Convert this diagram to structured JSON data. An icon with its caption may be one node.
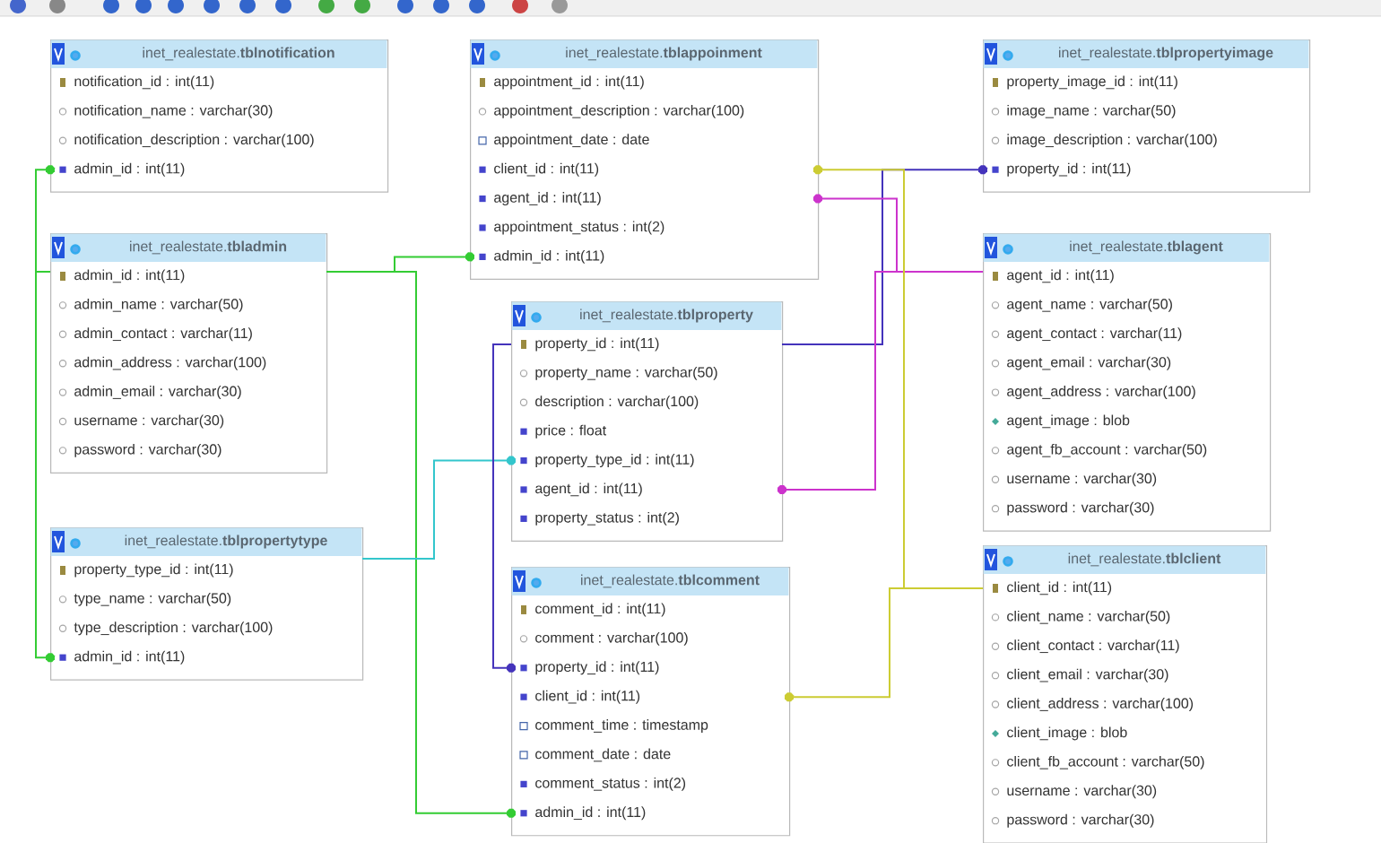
{
  "diagram": {
    "nodes": [
      {
        "text": [
          "inet_realestate.**tblnotification**",
          "notification_id : int(11)",
          "notification_name : varchar(30)",
          "notification_description : varchar(100)",
          "admin_id : int(11)"
        ]
      },
      {
        "text": [
          "inet_realestate.**tblappoinment**",
          "appointment_id : int(11)",
          "appointment_description : varchar(100)",
          "appointment_date : date",
          "client_id : int(11)",
          "agent_id : int(11)",
          "appointment_status : int(2)",
          "admin_id : int(11)"
        ]
      },
      {
        "text": [
          "inet_realestate.**tblpropertyimage**",
          "property_image_id : int(11)",
          "image_name : varchar(50)",
          "image_description : varchar(100)",
          "property_id : int(11)"
        ]
      },
      {
        "text": [
          "inet_realestate.**tbladmin**",
          "admin_id : int(11)",
          "admin_name : varchar(50)",
          "admin_contact : varchar(11)",
          "admin_address : varchar(100)",
          "admin_email : varchar(30)",
          "username : varchar(30)",
          "password : varchar(30)"
        ]
      },
      {
        "text": [
          "inet_realestate.**tblproperty**",
          "property_id : int(11)",
          "property_name : varchar(50)",
          "description : varchar(100)",
          "price : float",
          "property_type_id : int(11)",
          "agent_id : int(11)",
          "property_status : int(2)"
        ]
      },
      {
        "text": [
          "inet_realestate.**tblagent**",
          "agent_id : int(11)",
          "agent_name : varchar(50)",
          "agent_contact : varchar(11)",
          "agent_email : varchar(30)",
          "agent_address : varchar(100)",
          "agent_image : blob",
          "agent_fb_account : varchar(50)",
          "username : varchar(30)",
          "password : varchar(30)"
        ]
      },
      {
        "text": [
          "inet_realestate.**tblpropertytype**",
          "property_type_id : int(11)",
          "type_name : varchar(50)",
          "type_description : varchar(100)",
          "admin_id : int(11)"
        ]
      },
      {
        "text": [
          "inet_realestate.**tblcomment**",
          "comment_id : int(11)",
          "comment : varchar(100)",
          "property_id : int(11)",
          "client_id : int(11)",
          "comment_time : timestamp",
          "comment_date : date",
          "comment_status : int(2)",
          "admin_id : int(11)"
        ]
      },
      {
        "text": [
          "inet_realestate.**tblclient**",
          "client_id : int(11)",
          "client_name : varchar(50)",
          "client_contact : varchar(11)",
          "client_email : varchar(30)",
          "client_address : varchar(100)",
          "client_image : blob",
          "client_fb_account : varchar(50)",
          "username : varchar(30)",
          "password : varchar(30)"
        ]
      }
    ],
    "edges": [
      {
        "from": 0,
        "to": 3,
        "arrow": "other"
      },
      {
        "from": 6,
        "to": 3,
        "arrow": "other"
      },
      {
        "from": 1,
        "to": 3,
        "arrow": "other"
      },
      {
        "from": 7,
        "to": 3,
        "arrow": "other"
      },
      {
        "from": 4,
        "to": 6,
        "arrow": "other",
        "color": "#33c6cc"
      },
      {
        "from": 7,
        "to": 4,
        "arrow": "other",
        "color": "#4433bb"
      },
      {
        "from": 2,
        "to": 4,
        "arrow": "other",
        "color": "#4433bb"
      },
      {
        "from": 1,
        "to": 5,
        "arrow": "other",
        "color": "#cc33cc"
      },
      {
        "from": 4,
        "to": 5,
        "arrow": "other",
        "color": "#cc33cc"
      },
      {
        "from": 1,
        "to": 8,
        "arrow": "other",
        "color": "#cccc33"
      },
      {
        "from": 7,
        "to": 8,
        "arrow": "other",
        "color": "#cccc33"
      }
    ]
  }
}
